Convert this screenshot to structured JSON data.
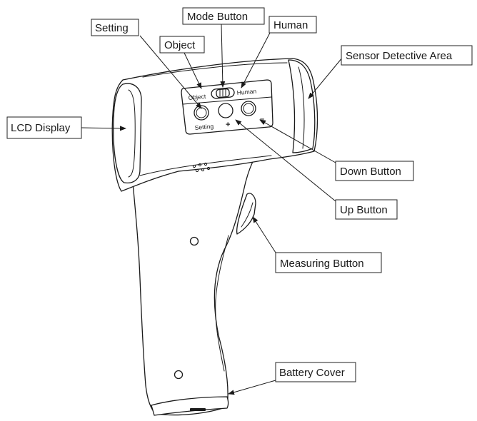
{
  "figure": {
    "colors": {
      "line": "#1a1a1a",
      "background": "#ffffff"
    },
    "callouts": {
      "setting": "Setting",
      "object": "Object",
      "mode_button": "Mode Button",
      "human": "Human",
      "sensor": "Sensor Detective Area",
      "lcd": "LCD Display",
      "down": "Down Button",
      "up": "Up Button",
      "measuring": "Measuring Button",
      "battery": "Battery Cover"
    },
    "device_labels": {
      "object": "Object",
      "human": "Human",
      "setting": "Setting",
      "plus": "+",
      "minus": "–"
    }
  }
}
